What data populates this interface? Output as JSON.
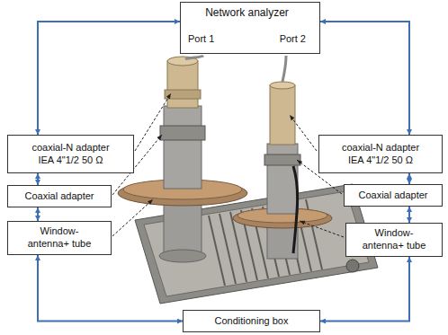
{
  "diagram": {
    "nodes": [
      {
        "text": [
          "Network analyzer",
          "Port 1",
          "Port 2"
        ]
      },
      {
        "text": [
          "coaxial-N adapter IEA 4\"1/2 50 Ω"
        ]
      },
      {
        "text": [
          "coaxial-N adapter IEA 4\"1/2 50 Ω"
        ]
      },
      {
        "text": [
          "Coaxial adapter"
        ]
      },
      {
        "text": [
          "Coaxial adapter"
        ]
      },
      {
        "text": [
          "Window- antenna+ tube"
        ]
      },
      {
        "text": [
          "Window- antenna+ tube"
        ]
      },
      {
        "text": [
          "Conditioning box"
        ]
      }
    ],
    "edges": [
      {
        "from": 0,
        "to": 1,
        "arrow": "both"
      },
      {
        "from": 0,
        "to": 2,
        "arrow": "both"
      },
      {
        "from": 1,
        "to": 3,
        "arrow": "both"
      },
      {
        "from": 3,
        "to": 5,
        "arrow": "both"
      },
      {
        "from": 2,
        "to": 4,
        "arrow": "both"
      },
      {
        "from": 4,
        "to": 6,
        "arrow": "both"
      },
      {
        "from": 5,
        "to": 7,
        "arrow": "both"
      },
      {
        "from": 6,
        "to": 7,
        "arrow": "both"
      }
    ]
  }
}
